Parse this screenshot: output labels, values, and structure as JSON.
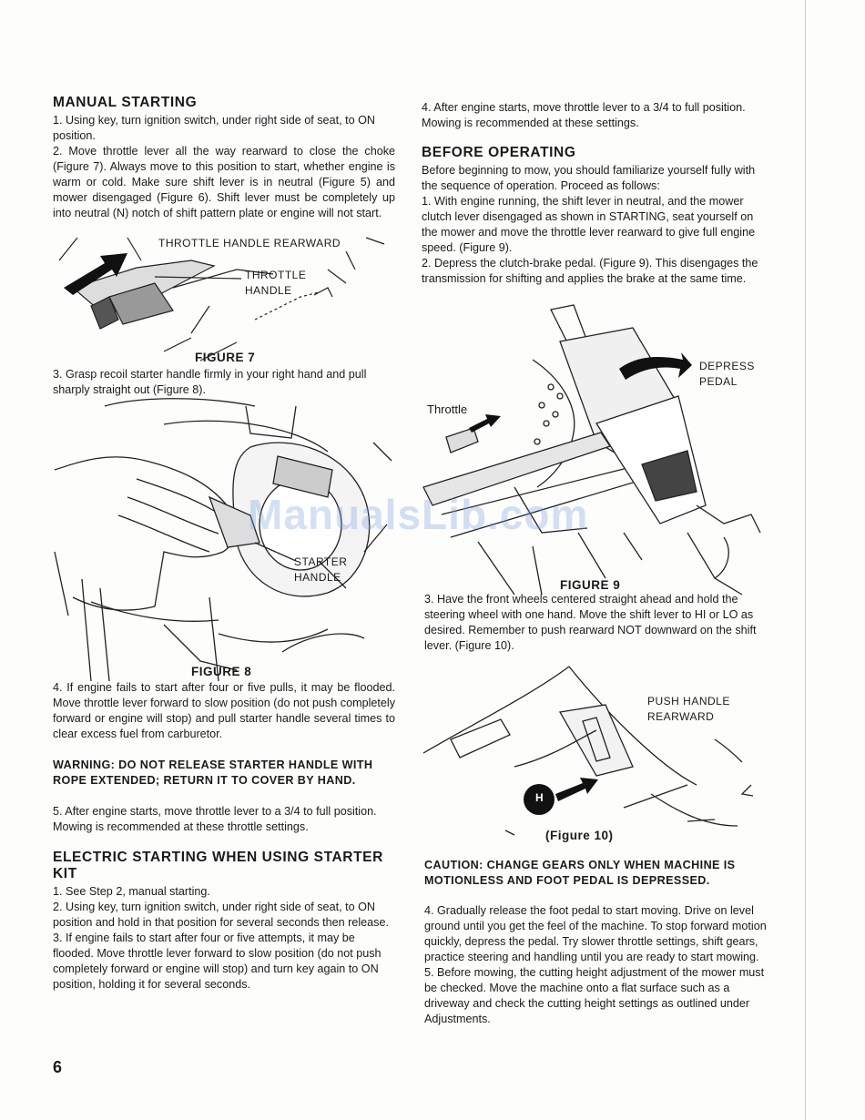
{
  "left": {
    "manual_heading": "MANUAL STARTING",
    "m1": "1. Using key, turn ignition switch, under right side of seat, to ON position.",
    "m2": "2. Move throttle lever all the way rearward to close the choke (Figure 7). Always move to this position to start, whether engine is warm or cold. Make sure shift lever is in neutral (Figure 5) and mower disengaged (Figure 6). Shift lever must be completely up into neutral (N) notch of shift pattern plate or engine will not start.",
    "fig7": {
      "caption": "FIGURE 7",
      "label_rearward": "THROTTLE HANDLE REARWARD",
      "label_handle_1": "THROTTLE",
      "label_handle_2": "HANDLE"
    },
    "m3": "3. Grasp recoil starter handle firmly in your right hand and pull sharply straight out (Figure 8).",
    "fig8": {
      "caption": "FIGURE 8",
      "label_1": "STARTER",
      "label_2": "HANDLE"
    },
    "m4": "4. If engine fails to start after four or five pulls, it may be flooded. Move throttle lever forward to slow position (do not push completely forward or engine will stop) and pull starter handle several times to clear excess fuel from carburetor.",
    "warning": "WARNING: DO NOT RELEASE STARTER HANDLE WITH ROPE EXTENDED; RETURN IT TO COVER BY HAND.",
    "m5": "5. After engine starts, move throttle lever to a 3/4 to full position. Mowing is recommended at these throttle settings.",
    "electric_heading": "ELECTRIC STARTING WHEN USING STARTER KIT",
    "e1": "1. See Step 2, manual starting.",
    "e2": "2. Using key, turn ignition switch, under right side of seat, to ON position and hold in that position for several seconds then release.",
    "e3": "3. If engine fails to start after four or five attempts, it may be flooded. Move throttle lever forward to slow position (do not push completely forward or engine will stop) and turn key again to ON position, holding it for several seconds."
  },
  "right": {
    "r4": "4. After engine starts, move throttle lever to a 3/4 to full position. Mowing is recommended at these settings.",
    "before_heading": "BEFORE OPERATING",
    "intro": "Before beginning to mow, you should familiarize yourself fully with the sequence of operation. Proceed as follows:",
    "b1": "1. With engine running, the shift lever in neutral, and the mower clutch lever disengaged as shown in STARTING, seat yourself on the mower and move the throttle lever rearward to give full engine speed. (Figure 9).",
    "b2": "2. Depress the clutch-brake pedal. (Figure 9). This disengages the transmission for shifting and applies the brake at the same time.",
    "fig9": {
      "caption": "FIGURE 9",
      "label_throttle": "Throttle",
      "label_depress_1": "DEPRESS",
      "label_depress_2": "PEDAL"
    },
    "b3": "3. Have the front wheels centered straight ahead and hold the steering wheel with one hand. Move the shift lever to HI or LO as desired. Remember to push rearward NOT downward on the shift lever. (Figure 10).",
    "fig10": {
      "caption": "(Figure 10)",
      "label_1": "PUSH HANDLE",
      "label_2": "REARWARD",
      "knob": "H"
    },
    "caution": "CAUTION: CHANGE GEARS ONLY WHEN MACHINE IS MOTIONLESS AND FOOT PEDAL IS DEPRESSED.",
    "b4": "4. Gradually release the foot pedal to start moving. Drive on level ground until you get the feel of the machine. To stop forward motion quickly, depress the pedal. Try slower throttle settings, shift gears, practice steering and handling until you are ready to start mowing.",
    "b5": "5. Before mowing, the cutting height adjustment of the mower must be checked. Move the machine onto a flat surface such as a driveway and check the cutting height settings as outlined under Adjustments."
  },
  "page_number": "6",
  "watermark": "ManualsLib.com"
}
